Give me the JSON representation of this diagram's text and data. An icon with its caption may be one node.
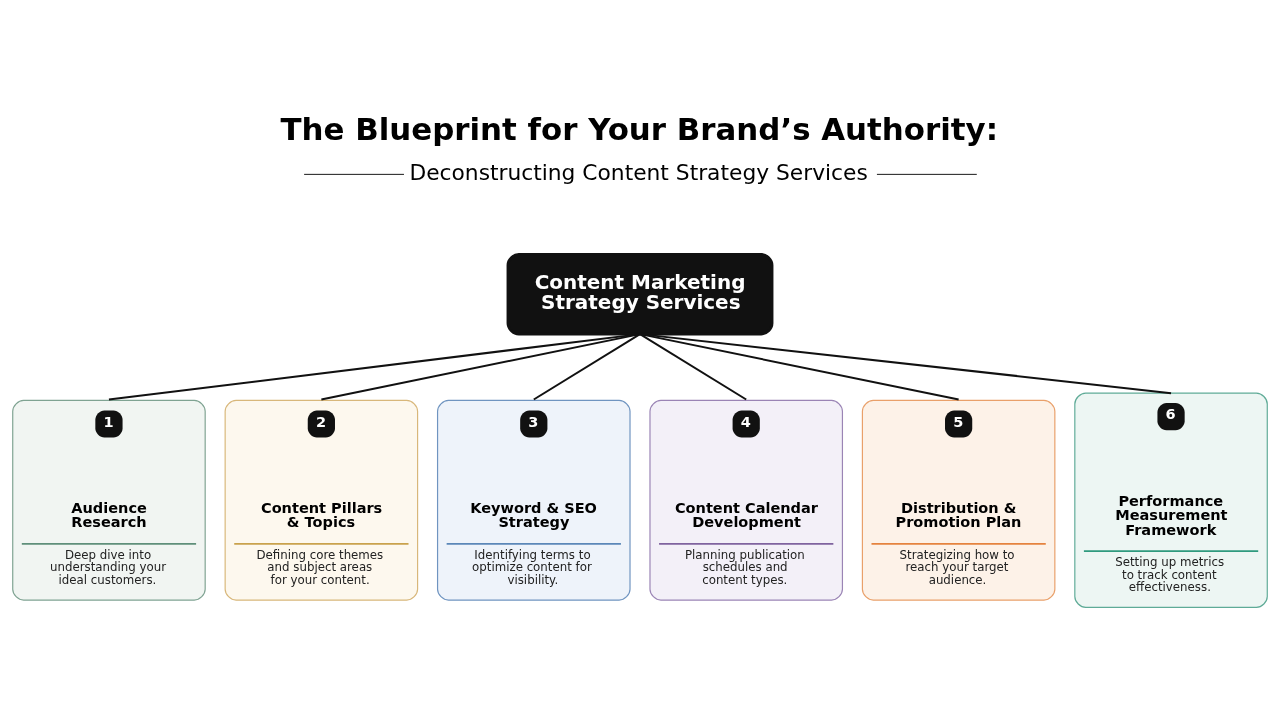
{
  "diagram": {
    "title": "The Blueprint for Your Brand’s Authority:",
    "nodes": [
      {
        "text": [
          "Content Marketing Strategy Services"
        ]
      },
      {
        "text": [
          "1",
          "Audience Research",
          "Deep dive into understanding your ideal customers."
        ]
      },
      {
        "text": [
          "2",
          "Content Pillars & Topics",
          "Defining core themes and subject areas for your content."
        ]
      },
      {
        "text": [
          "3",
          "Keyword & SEO Strategy",
          "Identifying terms to optimize content for visibility."
        ]
      },
      {
        "text": [
          "4",
          "Content Calendar Development",
          "Planning publication schedules and content types."
        ]
      },
      {
        "text": [
          "5",
          "Distribution & Promotion Plan",
          "Strategizing how to reach your target audience."
        ]
      },
      {
        "text": [
          "6",
          "Performance Measurement Framework",
          "Setting up metrics to track content effectiveness."
        ]
      }
    ],
    "edges": [
      {
        "from": 0,
        "to": 1,
        "arrow": "none"
      },
      {
        "from": 0,
        "to": 2,
        "arrow": "none"
      },
      {
        "from": 0,
        "to": 3,
        "arrow": "none"
      },
      {
        "from": 0,
        "to": 4,
        "arrow": "none"
      },
      {
        "from": 0,
        "to": 5,
        "arrow": "none"
      },
      {
        "from": 0,
        "to": 6,
        "arrow": "none"
      }
    ],
    "labels": [
      "Deconstructing Content Strategy Services"
    ]
  }
}
